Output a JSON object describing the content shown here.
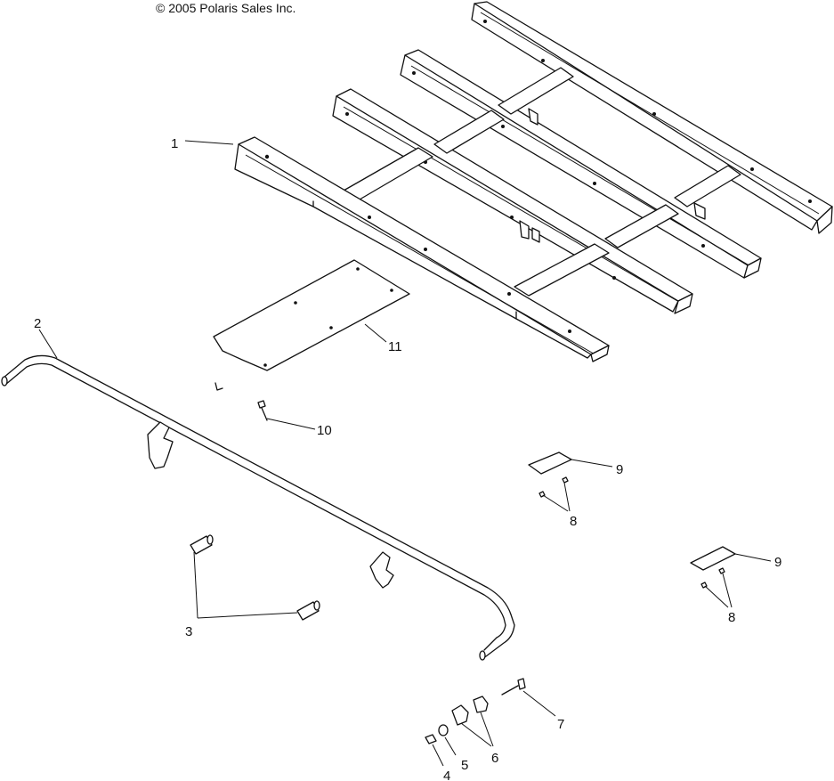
{
  "copyright": "© 2005 Polaris Sales Inc.",
  "callouts": {
    "c1": "1",
    "c2": "2",
    "c3": "3",
    "c4": "4",
    "c5": "5",
    "c6": "6",
    "c7": "7",
    "c8a": "8",
    "c8b": "8",
    "c9a": "9",
    "c9b": "9",
    "c10": "10",
    "c11": "11"
  }
}
